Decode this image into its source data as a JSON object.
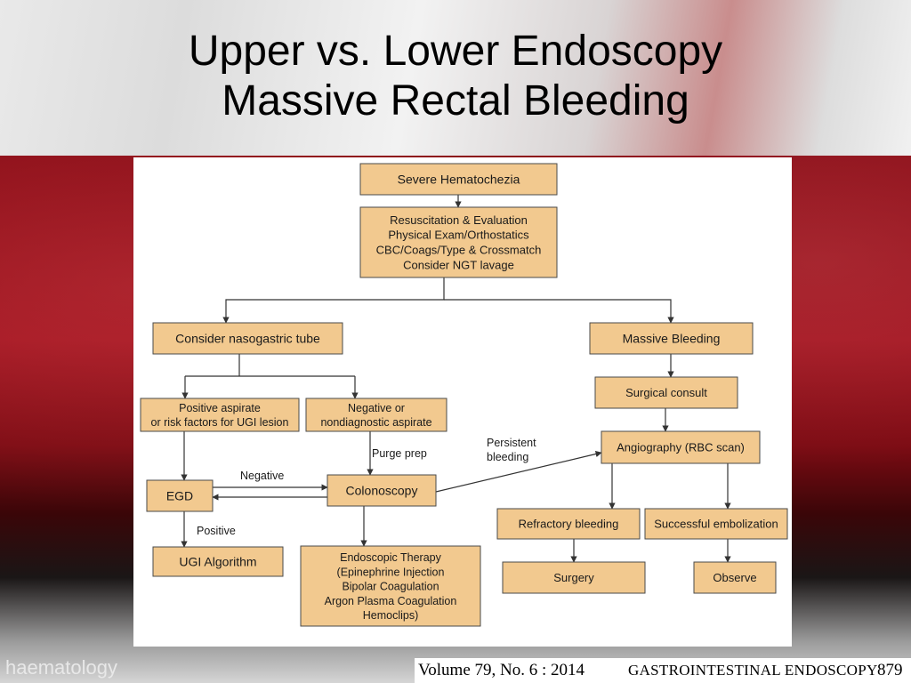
{
  "title": {
    "line1": "Upper vs. Lower Endoscopy",
    "line2": "Massive Rectal Bleeding"
  },
  "flowchart": {
    "nodes": {
      "severe_hematochezia": [
        "Severe Hematochezia"
      ],
      "resuscitation": [
        "Resuscitation & Evaluation",
        "Physical Exam/Orthostatics",
        "CBC/Coags/Type & Crossmatch",
        "Consider NGT lavage"
      ],
      "nasogastric": [
        "Consider nasogastric tube"
      ],
      "massive_bleeding": [
        "Massive Bleeding"
      ],
      "positive_aspirate": [
        "Positive aspirate",
        "or risk factors for UGI lesion"
      ],
      "negative_aspirate": [
        "Negative or",
        "nondiagnostic aspirate"
      ],
      "surgical_consult": [
        "Surgical consult"
      ],
      "angiography": [
        "Angiography (RBC scan)"
      ],
      "egd": [
        "EGD"
      ],
      "colonoscopy": [
        "Colonoscopy"
      ],
      "refractory": [
        "Refractory bleeding"
      ],
      "embolization": [
        "Successful embolization"
      ],
      "ugi_algorithm": [
        "UGI Algorithm"
      ],
      "endoscopic_therapy": [
        "Endoscopic Therapy",
        "(Epinephrine Injection",
        "Bipolar Coagulation",
        "Argon Plasma Coagulation",
        "Hemoclips)"
      ],
      "surgery": [
        "Surgery"
      ],
      "observe": [
        "Observe"
      ]
    },
    "edge_labels": {
      "purge_prep": [
        "Purge prep"
      ],
      "persistent": [
        "Persistent",
        "bleeding"
      ],
      "negative": [
        "Negative"
      ],
      "positive": [
        "Positive"
      ]
    }
  },
  "footer": {
    "watermark": "haematology",
    "volume": "Volume 79, No. 6  :  2014",
    "journal": "GASTROINTESTINAL ENDOSCOPY",
    "page": "879"
  },
  "colors": {
    "box_fill": "#f2c98f",
    "box_stroke": "#4a4a4a",
    "line": "#333333"
  }
}
